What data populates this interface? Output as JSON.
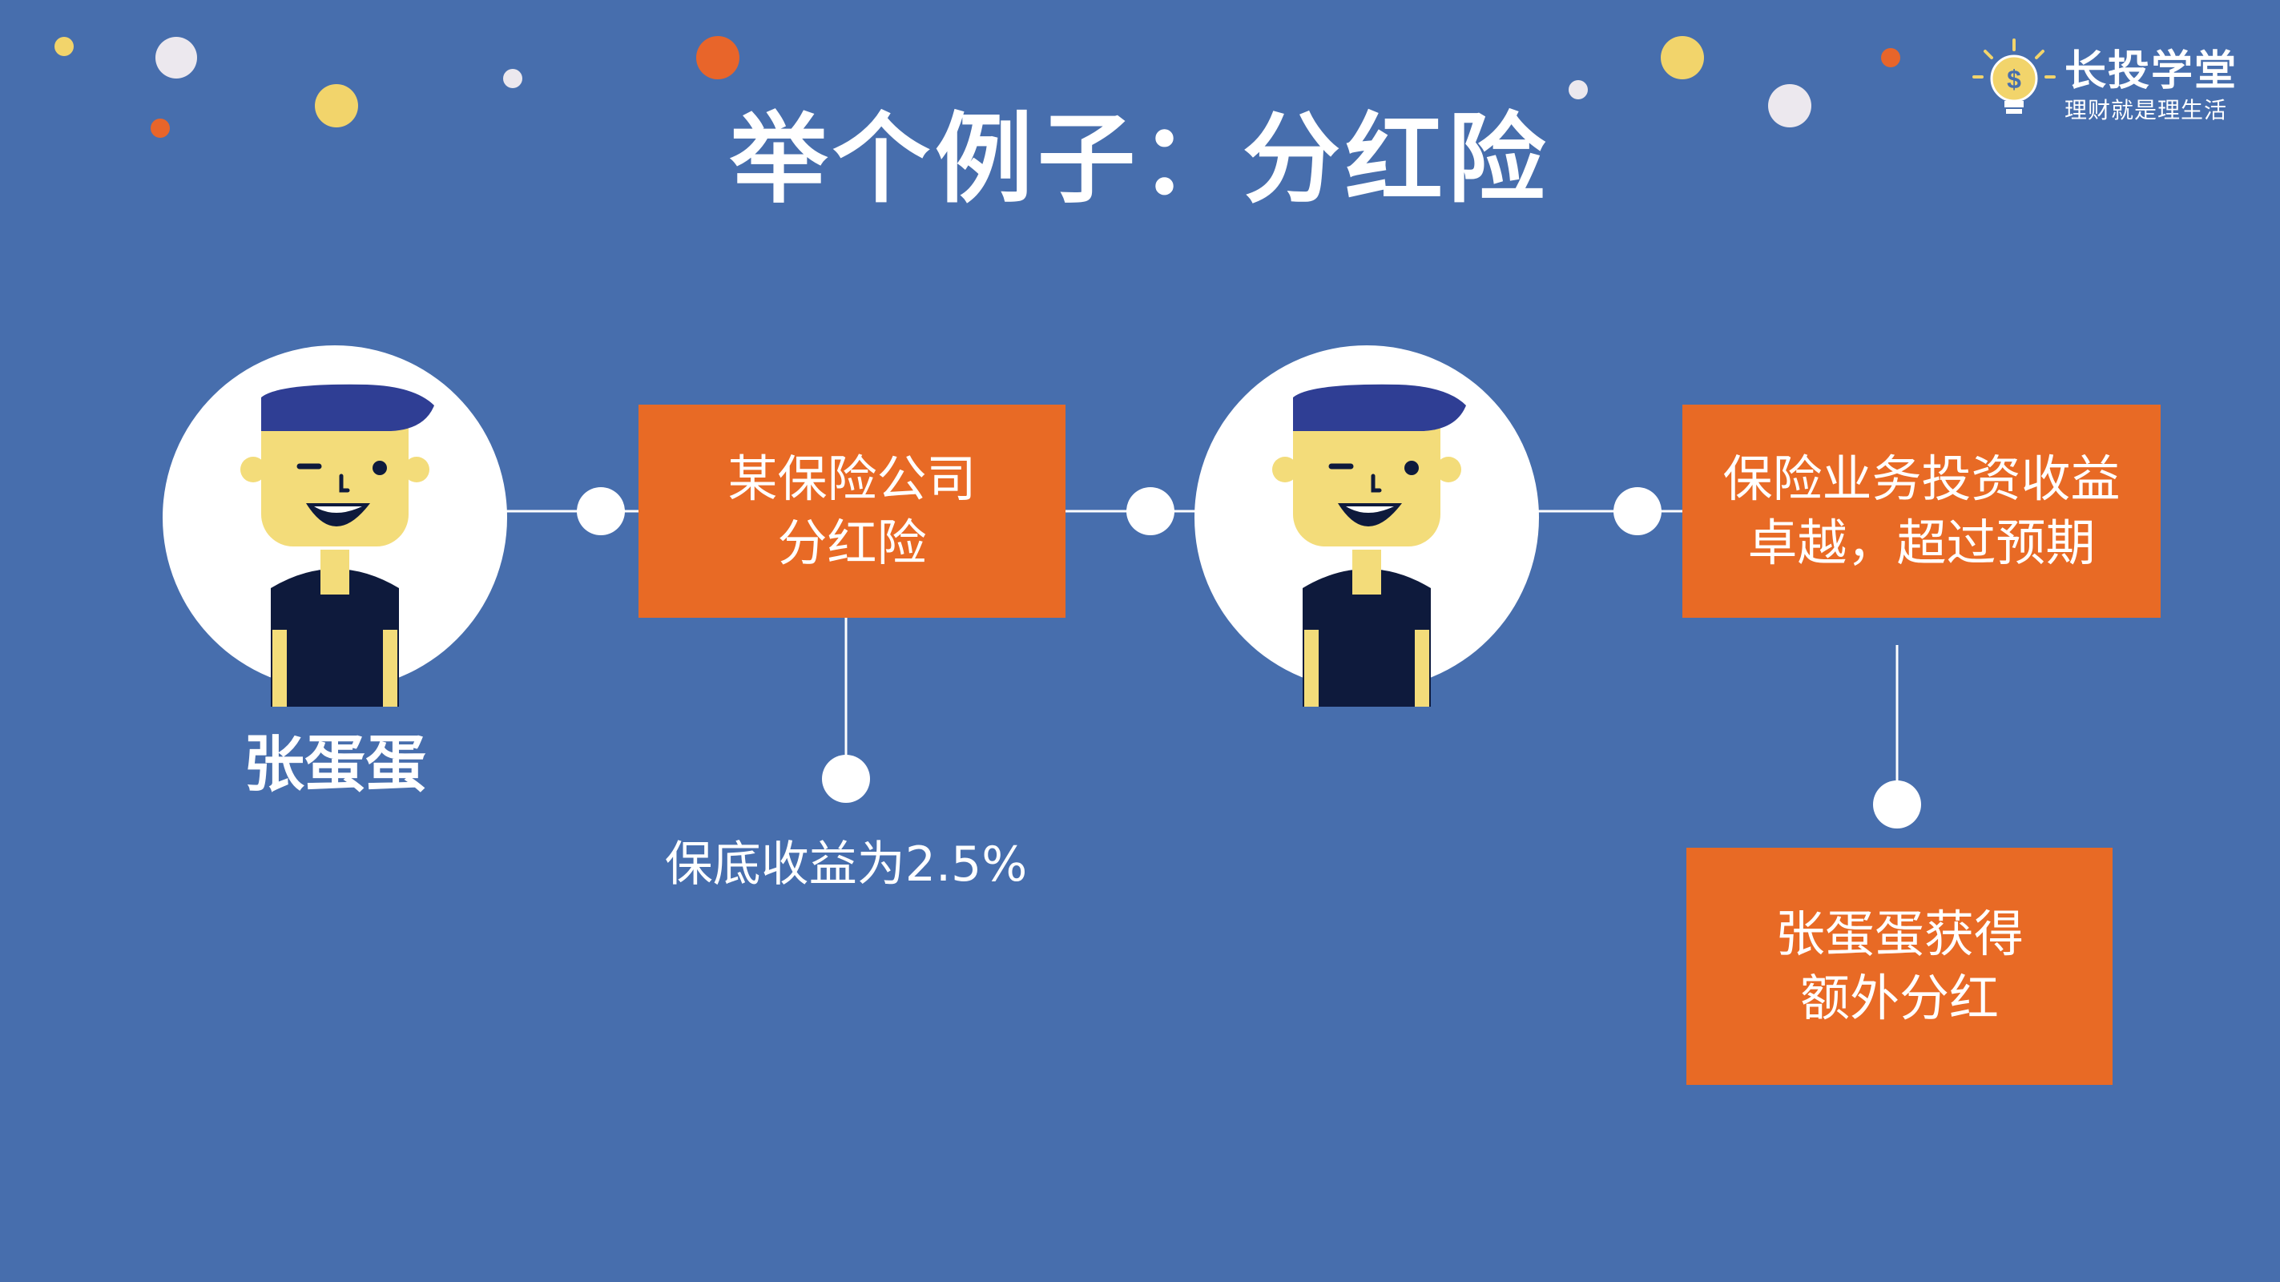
{
  "title": "举个例子：分红险",
  "brand": {
    "name": "长投学堂",
    "slogan": "理财就是理生活",
    "icon": "lightbulb-dollar-icon"
  },
  "person": {
    "name": "张蛋蛋",
    "avatar": "cartoon-boy-avatar"
  },
  "steps": {
    "product": [
      "某保险公司",
      "分红险"
    ],
    "guarantee": "保底收益为2.5%",
    "performance": [
      "保险业务投资收益",
      "卓越，超过预期"
    ],
    "result": [
      "张蛋蛋获得",
      "额外分红"
    ]
  },
  "colors": {
    "background": "#476ead",
    "box": "#e86a25",
    "dot_white": "#ece8ee",
    "dot_yellow": "#f2d46b",
    "dot_orange": "#e8652a",
    "hair": "#2f3e94",
    "skin": "#f3dc7a",
    "shirt": "#0e1a3c"
  }
}
